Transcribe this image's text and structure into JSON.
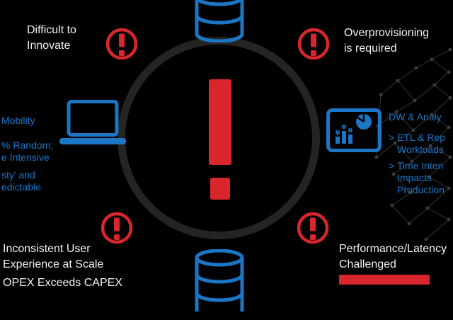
{
  "slide": {
    "theme_colors": {
      "background": "#000000",
      "blue": "#1b76c6",
      "red": "#d9252c",
      "ring_gray": "#242424",
      "text_white": "#f2f2f2"
    }
  },
  "callouts": {
    "top_left": {
      "line1": "Difficult to",
      "line2": "Innovate"
    },
    "top_right": {
      "line1": "Overprovisioning",
      "line2": "is required"
    },
    "bottom_left": {
      "line1": "Inconsistent User",
      "line2": "Experience at Scale",
      "line3": "OPEX Exceeds CAPEX"
    },
    "bottom_right": {
      "line1": "Performance/Latency",
      "line2": "Challenged"
    }
  },
  "left_column": {
    "lines": [
      "Mobility",
      "% Random;",
      "e Intensive",
      "sty' and",
      "edictable"
    ]
  },
  "right_column": {
    "title": "DW & Analy",
    "lines": [
      "> ETL & Rep",
      "Workloads",
      "> Time Inten",
      "Impacts",
      "Production"
    ]
  },
  "icons": {
    "center": "alert-exclamation-icon",
    "top": "database-icon",
    "bottom": "database-icon",
    "left": "laptop-icon",
    "right": "analytics-chart-icon",
    "corners": "warning-circle-icon",
    "decor": "network-constellation-pattern"
  }
}
